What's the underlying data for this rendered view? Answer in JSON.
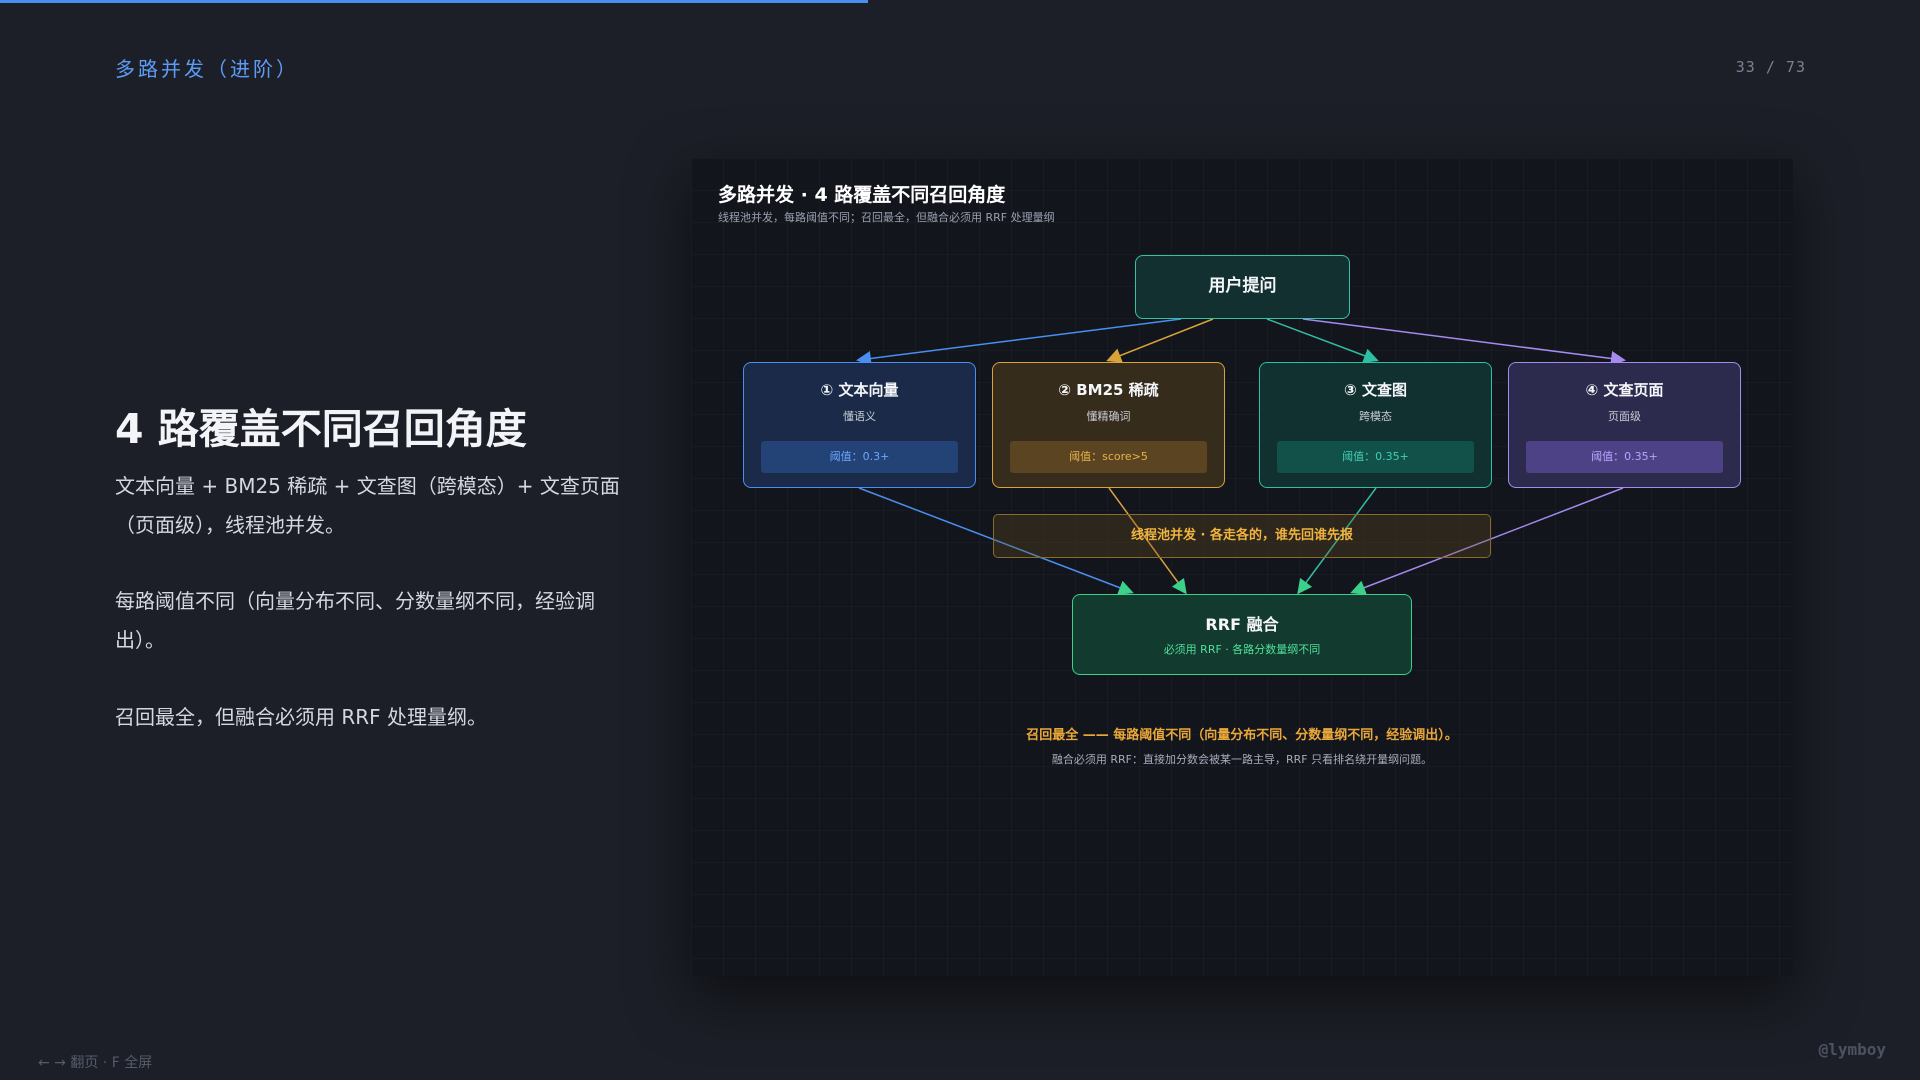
{
  "progress": {
    "fraction": 0.452
  },
  "header": {
    "section_title": "多路并发（进阶）",
    "page_counter": "33 / 73"
  },
  "slide": {
    "heading": "4 路覆盖不同召回角度",
    "paragraphs": [
      "文本向量 + BM25 稀疏 + 文查图（跨模态）+ 文查页面（页面级），线程池并发。",
      "每路阈值不同（向量分布不同、分数量纲不同，经验调出）。",
      "召回最全，但融合必须用 RRF 处理量纲。"
    ]
  },
  "diagram": {
    "title": "多路并发 · 4 路覆盖不同召回角度",
    "subtitle": "线程池并发，每路阈值不同；召回最全，但融合必须用 RRF 处理量纲",
    "user_node": "用户提问",
    "paths": [
      {
        "title": "① 文本向量",
        "sub": "懂语义",
        "threshold": "阈值：0.3+",
        "color": "#4a8ff0"
      },
      {
        "title": "② BM25 稀疏",
        "sub": "懂精确词",
        "threshold": "阈值：score>5",
        "color": "#d9a23a"
      },
      {
        "title": "③ 文查图",
        "sub": "跨模态",
        "threshold": "阈值：0.35+",
        "color": "#2fbfa3"
      },
      {
        "title": "④ 文查页面",
        "sub": "页面级",
        "threshold": "阈值：0.35+",
        "color": "#a58af0"
      }
    ],
    "banner": "线程池并发 · 各走各的，谁先回谁先报",
    "fusion": {
      "title": "RRF 融合",
      "sub": "必须用 RRF · 各路分数量纲不同",
      "color": "#3bd18a"
    },
    "note_main": "召回最全 —— 每路阈值不同（向量分布不同、分数量纲不同，经验调出）。",
    "note_sub": "融合必须用 RRF：直接加分数会被某一路主导，RRF 只看排名绕开量纲问题。"
  },
  "footer": {
    "nav_hint": "← → 翻页 · F 全屏",
    "watermark": "@lymboy"
  }
}
